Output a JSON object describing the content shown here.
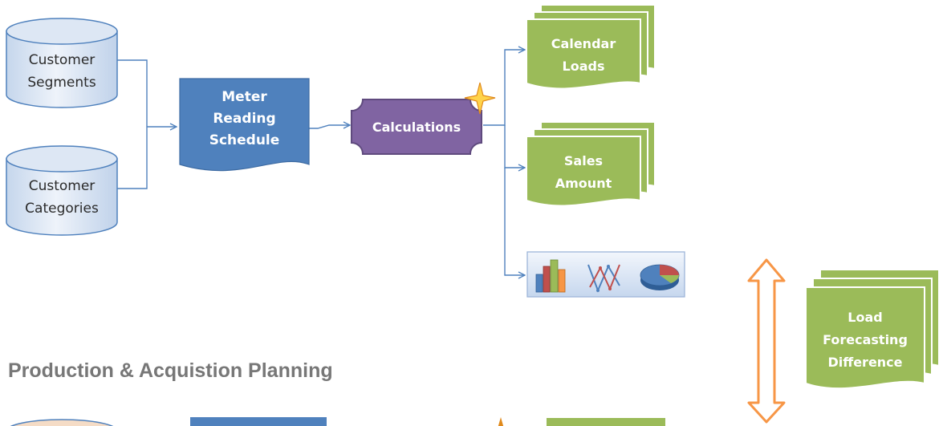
{
  "nodes": {
    "customer_segments": "Customer\nSegments",
    "customer_categories": "Customer\nCategories",
    "meter_reading_schedule": "Meter\nReading\nSchedule",
    "calculations": "Calculations",
    "calendar_loads": "Calendar\nLoads",
    "sales_amount": "Sales\nAmount",
    "load_forecasting_difference": "Load\nForecasting\nDifference"
  },
  "section_heading": "Production & Acquistion Planning",
  "icons": [
    "bar-chart-icon",
    "line-chart-icon",
    "pie-chart-icon"
  ],
  "colors": {
    "cylinder_fill": "#dce6f2",
    "cylinder_stroke": "#4f81bd",
    "document_blue": "#4f81bd",
    "calculations_purple": "#8064a2",
    "document_green": "#9bbb59",
    "connector": "#4f81bd",
    "double_arrow": "#f79646",
    "star": "#ffd34a",
    "heading": "#777777"
  }
}
